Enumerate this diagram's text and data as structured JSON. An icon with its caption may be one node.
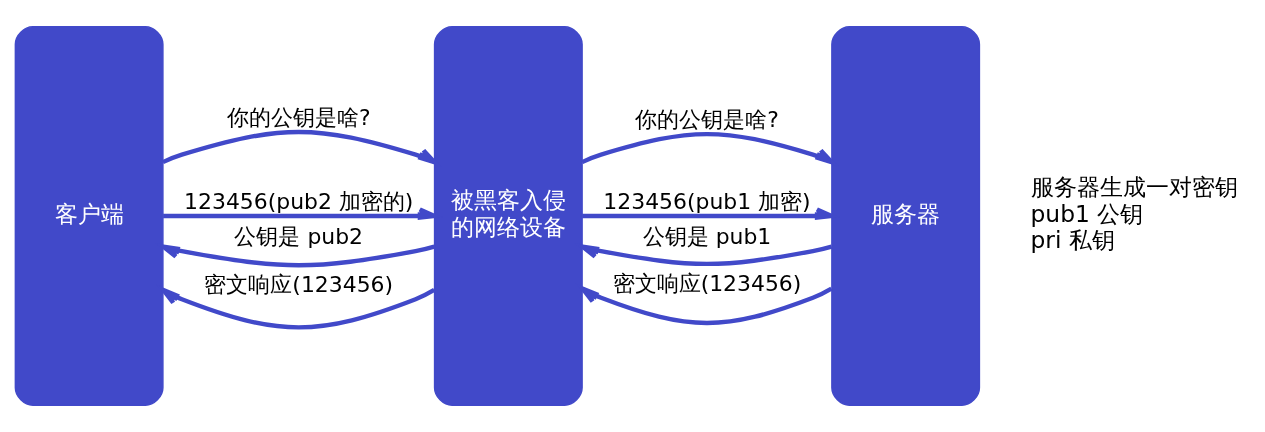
{
  "diagram": {
    "nodes": [
      {
        "text": [
          "客户端"
        ]
      },
      {
        "text": [
          "被黑客入侵的网络设备"
        ]
      },
      {
        "text": [
          "服务器"
        ],
        "beside": [
          "服务器生成一对密钥",
          "pub1 公钥",
          "pri 私钥"
        ]
      }
    ],
    "edges": [
      {
        "from": 0,
        "to": 1,
        "arrow": "to",
        "label": "你的公钥是啥?"
      },
      {
        "from": 1,
        "to": 0,
        "arrow": "to",
        "label": "公钥是 pub2"
      },
      {
        "from": 1,
        "to": 2,
        "arrow": "to",
        "label": "你的公钥是啥?"
      },
      {
        "from": 2,
        "to": 1,
        "arrow": "to",
        "label": "公钥是 pub1"
      },
      {
        "from": 0,
        "to": 1,
        "arrow": "to",
        "label": "123456(pub2 加密的)"
      },
      {
        "from": 1,
        "to": 0,
        "arrow": "to",
        "label": "密文响应(123456)"
      },
      {
        "from": 1,
        "to": 2,
        "arrow": "to",
        "label": "123456(pub1 加密)"
      },
      {
        "from": 2,
        "to": 1,
        "arrow": "to",
        "label": "密文响应(123456)"
      }
    ]
  }
}
